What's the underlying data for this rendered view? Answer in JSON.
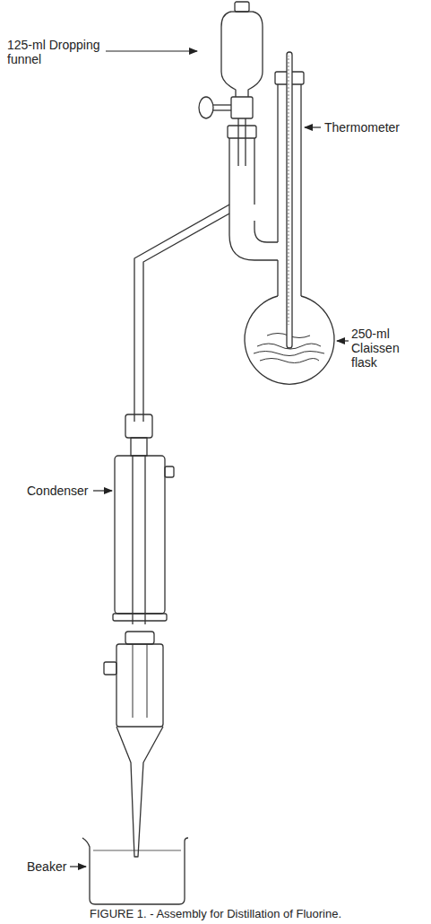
{
  "diagram": {
    "caption": "FIGURE 1. - Assembly for Distillation of Fluorine.",
    "labels": [
      "125-ml Dropping funnel",
      "Thermometer",
      "250-ml Claissen flask",
      "Condenser",
      "Beaker"
    ]
  }
}
